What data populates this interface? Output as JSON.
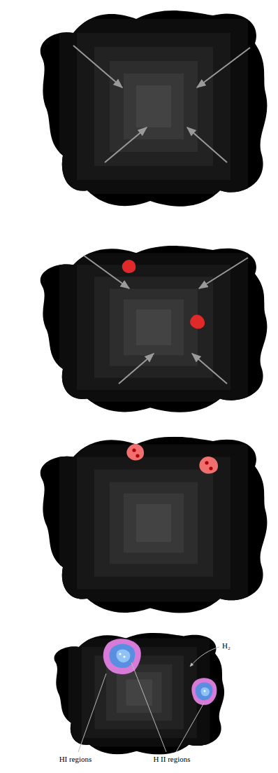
{
  "diagram": {
    "labels": [
      "H₂",
      "HI regions",
      "H II regions"
    ]
  }
}
